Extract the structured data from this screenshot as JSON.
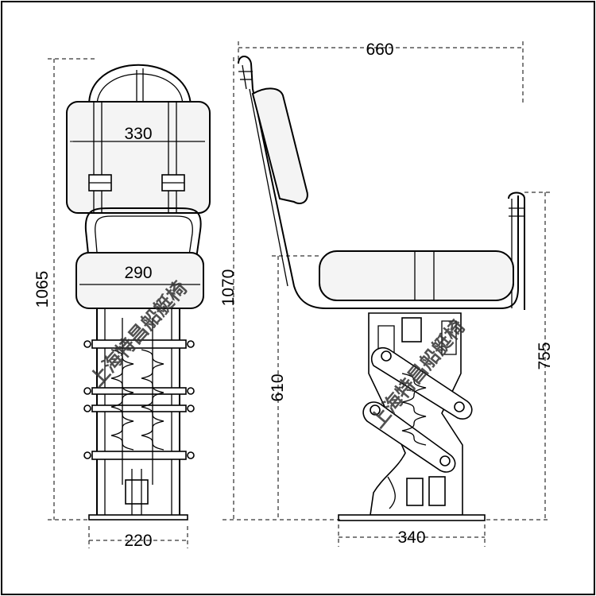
{
  "dimensions": {
    "front_back_width": "330",
    "front_seat_width": "290",
    "front_height": "1065",
    "front_base_width": "220",
    "side_depth": "660",
    "side_height": "1070",
    "side_seat_height": "610",
    "side_arm_height": "755",
    "side_base_depth": "340"
  },
  "watermark": {
    "front": "上海特昌船艇椅",
    "side": "上海特昌船艇椅"
  },
  "colors": {
    "line": "#000000",
    "background": "#ffffff",
    "watermark": "#333333"
  }
}
